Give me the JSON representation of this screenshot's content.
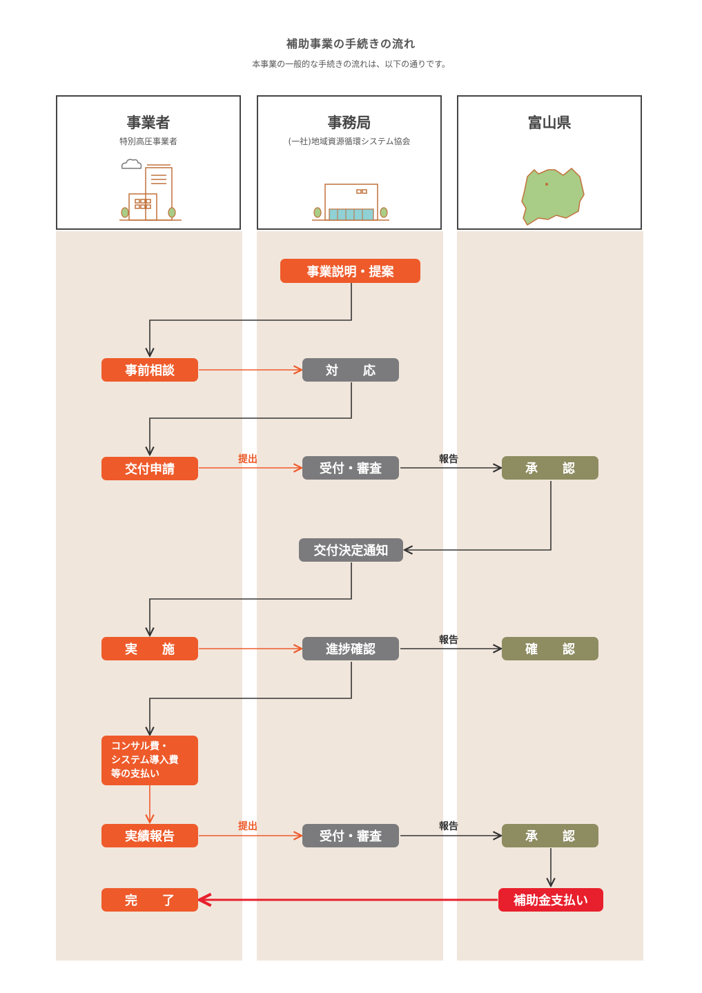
{
  "header": {
    "title": "補助事業の手続きの流れ",
    "subtitle": "本事業の一般的な手続きの流れは、以下の通りです。"
  },
  "columns": [
    {
      "name": "事業者",
      "sub": "特別高圧事業者",
      "icon": "office-building-icon"
    },
    {
      "name": "事務局",
      "sub": "(一社)地域資源循環システム協会",
      "icon": "office-icon"
    },
    {
      "name": "富山県",
      "sub": "",
      "icon": "toyama-map-icon"
    }
  ],
  "nodes": {
    "proposal": "事業説明・提案",
    "consult": "事前相談",
    "respond": "対　　応",
    "apply": "交付申請",
    "receive1": "受付・審査",
    "approve1": "承　　認",
    "decision": "交付決定通知",
    "implement": "実　　施",
    "progress": "進捗確認",
    "confirm": "確　　認",
    "payment_lines": [
      "コンサル費・",
      "システム導入費",
      "等の支払い"
    ],
    "report": "実績報告",
    "receive2": "受付・審査",
    "approve2": "承　　認",
    "complete": "完　　了",
    "subsidy": "補助金支払い"
  },
  "labels": {
    "submit": "提出",
    "report": "報告"
  },
  "colors": {
    "orange": "#ee5a2a",
    "gray": "#7b7b7d",
    "olive": "#8e8c61",
    "red": "#e81f2c",
    "lane": "#f1e6dc"
  }
}
